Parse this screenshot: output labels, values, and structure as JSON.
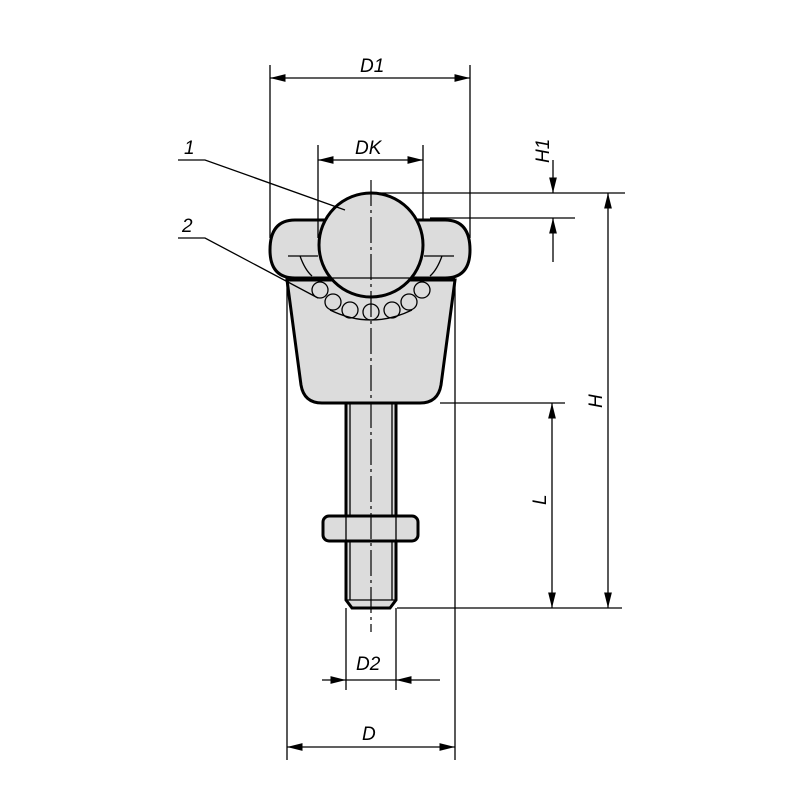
{
  "drawing": {
    "dimensions": {
      "d1": "D1",
      "dk": "DK",
      "h1": "H1",
      "h": "H",
      "l": "L",
      "d2": "D2",
      "d": "D"
    },
    "callouts": {
      "ball": "1",
      "bearing_balls": "2"
    },
    "colors": {
      "fill": "#dcdcdc",
      "line": "#000000"
    }
  }
}
